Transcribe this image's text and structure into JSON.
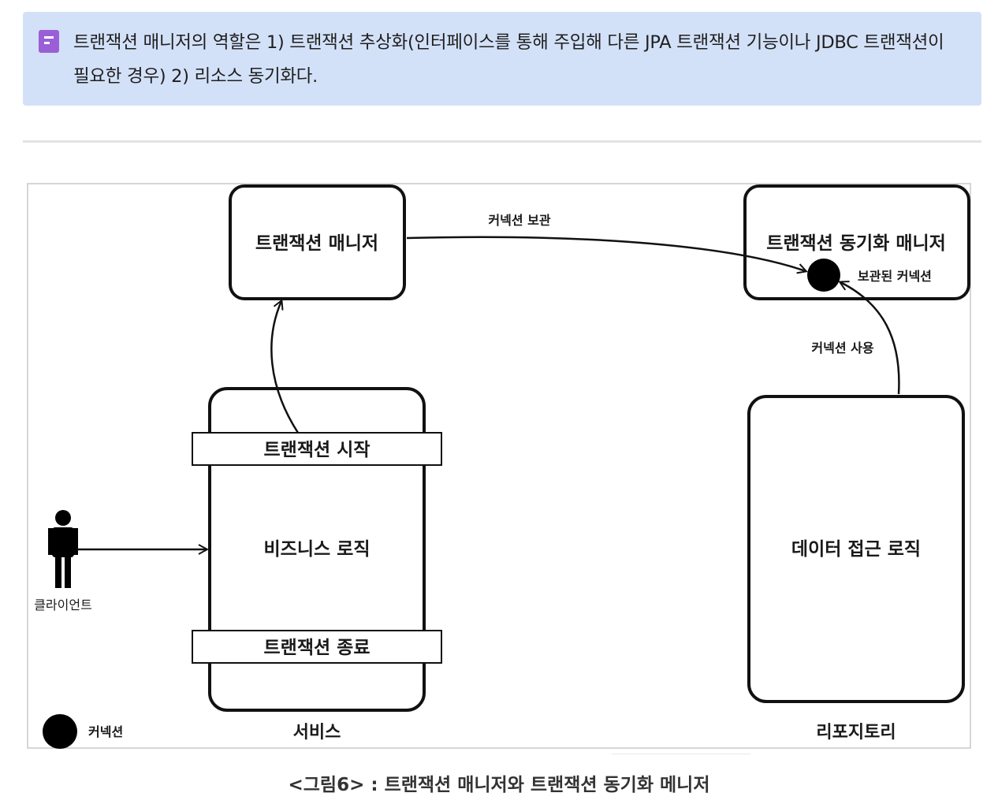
{
  "callout": {
    "icon": "note-icon",
    "text": "트랜잭션 매니저의 역할은 1) 트랜잭션 추상화(인터페이스를 통해 주입해 다른 JPA 트랜잭션 기능이나 JDBC 트랜잭션이 필요한 경우) 2) 리소스 동기화다."
  },
  "diagram": {
    "tx_manager": "트랜잭션 매니저",
    "sync_manager": "트랜잭션 동기화 매니저",
    "stored_connection": "보관된 커넥션",
    "store_connection": "커넥션 보관",
    "use_connection": "커넥션 사용",
    "tx_start": "트랜잭션 시작",
    "business_logic": "비즈니스 로직",
    "tx_end": "트랜잭션 종료",
    "data_access": "데이터 접근 로직",
    "client": "클라이언트",
    "service": "서비스",
    "repository": "리포지토리",
    "legend_connection": "커넥션"
  },
  "caption": "<그림6> : 트랜잭션 매니저와 트랜잭션 동기화 메니저"
}
